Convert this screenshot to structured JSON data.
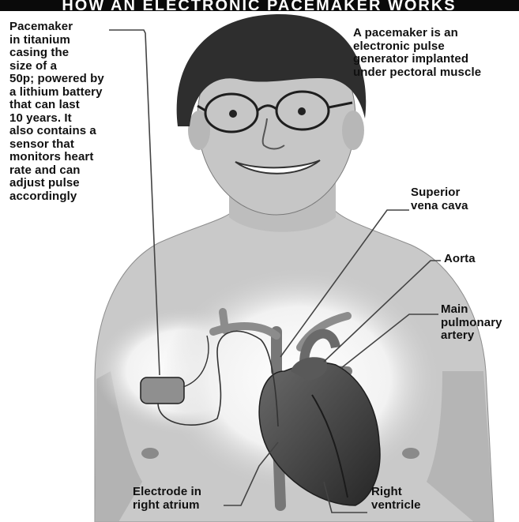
{
  "header": {
    "title": "HOW AN ELECTRONIC PACEMAKER WORKS"
  },
  "labels": {
    "pacemaker_description": "Pacemaker\nin titanium\ncasing the\nsize of a\n50p; powered by\na lithium battery\nthat can last\n10 years. It\nalso contains a\nsensor that\nmonitors heart\nrate and can\nadjust pulse\naccordingly",
    "intro": "A pacemaker is an\nelectronic pulse\ngenerator implanted\nunder pectoral muscle",
    "superior_vena_cava": "Superior\nvena cava",
    "aorta": "Aorta",
    "main_pulmonary_artery": "Main\npulmonary\nartery",
    "electrode": "Electrode in\nright atrium",
    "right_ventricle": "Right\nventricle"
  },
  "colors": {
    "banner": "#0a0a0a",
    "skin": "#c9c9c9",
    "skin_shadow": "#9d9d9d",
    "hair": "#2e2e2e",
    "heart": "#4a4a4a",
    "heart_dark": "#2a2a2a",
    "glow": "#f4f4f4",
    "leader_line": "#444444"
  }
}
